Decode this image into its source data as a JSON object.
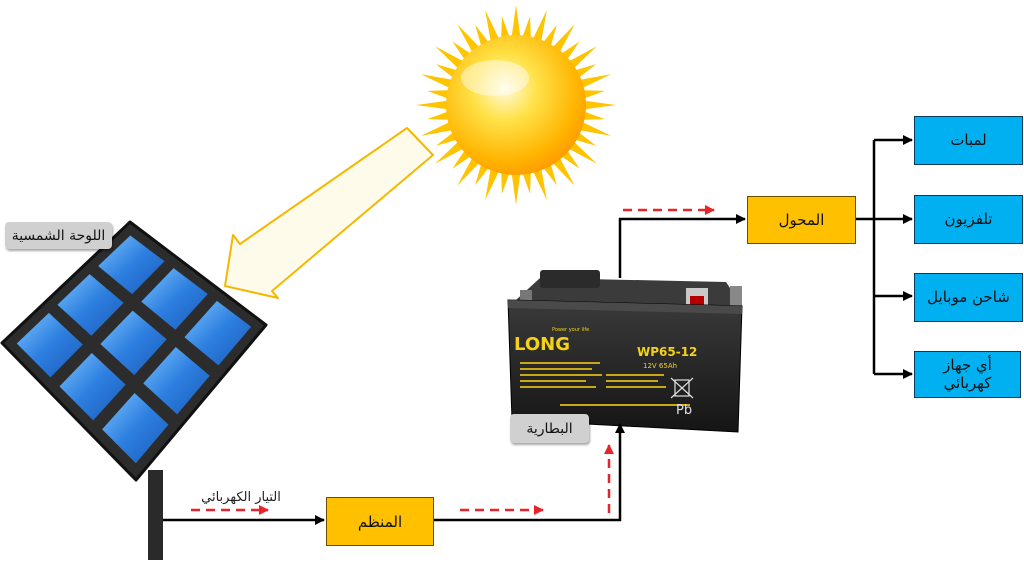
{
  "labels": {
    "solar_panel": "اللوحة الشمسية",
    "battery": "البطارية",
    "current": "التيار الكهربائي",
    "regulator": "المنظم",
    "inverter": "المحول"
  },
  "outputs": [
    "لمبات",
    "تلفزيون",
    "شاحن موبايل",
    "أي جهاز كهربائي"
  ],
  "battery_print": {
    "brand": "LONG",
    "tagline": "Power your life",
    "model": "WP65-12",
    "rating": "12V 65Ah",
    "symbol": "Pb"
  },
  "colors": {
    "box_orange": "#ffc000",
    "box_blue": "#00b0f0",
    "dashed_arrow": "#e8242b",
    "sun": "#ffcc00",
    "panel_cell": "#3a8fe8"
  }
}
